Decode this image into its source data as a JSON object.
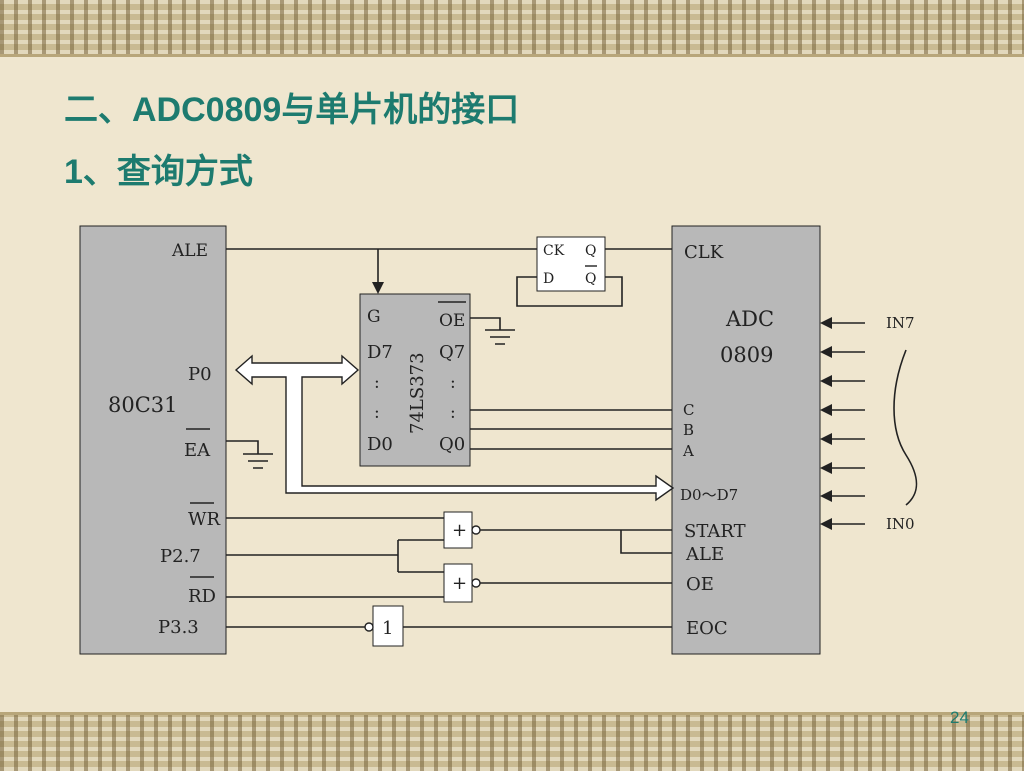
{
  "slide": {
    "title_prefix": "二、",
    "title_chip": "ADC0809",
    "title_suffix": "与单片机的接口",
    "subtitle_num": "1",
    "subtitle_text": "、查询方式",
    "page_number": "24"
  },
  "colors": {
    "title": "#1d7b6f",
    "chip_fill": "#b8b8b8",
    "background": "#efe6cf",
    "wire": "#222222"
  },
  "mcu": {
    "name": "80C31",
    "pins": {
      "ale": "ALE",
      "p0": "P0",
      "ea": "EA",
      "wr": "WR",
      "p27": "P2.7",
      "rd": "RD",
      "p33": "P3.3"
    }
  },
  "latch": {
    "name": "74LS373",
    "pins": {
      "g": "G",
      "oe": "OE",
      "d7": "D7",
      "q7": "Q7",
      "d0": "D0",
      "q0": "Q0",
      "dots": ":"
    }
  },
  "flipflop": {
    "pins": {
      "ck": "CK",
      "d": "D",
      "q": "Q",
      "qbar": "Q"
    }
  },
  "adc": {
    "name_line1": "ADC",
    "name_line2": "0809",
    "pins": {
      "clk": "CLK",
      "c": "C",
      "b": "B",
      "a": "A",
      "data": "D0～D7",
      "start": "START",
      "ale": "ALE",
      "oe": "OE",
      "eoc": "EOC"
    },
    "inputs": {
      "top": "IN7",
      "bottom": "IN0"
    }
  },
  "gates": {
    "or_symbol": "+",
    "not_symbol": "1"
  }
}
